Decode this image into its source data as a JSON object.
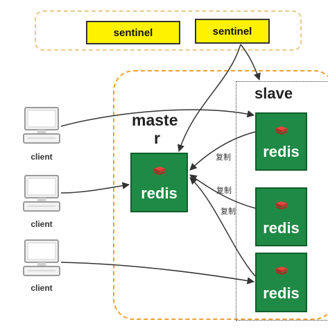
{
  "sentinels": [
    {
      "label": "sentinel"
    },
    {
      "label": "sentinel"
    }
  ],
  "master": {
    "title_line1": "maste",
    "title_line2": "r",
    "node_label": "redis"
  },
  "slave": {
    "title": "slave",
    "nodes": [
      {
        "label": "redis"
      },
      {
        "label": "redis"
      },
      {
        "label": "redis"
      }
    ]
  },
  "replication_labels": [
    "复制",
    "复制",
    "复制"
  ],
  "clients": [
    {
      "label": "client"
    },
    {
      "label": "client"
    },
    {
      "label": "client"
    }
  ],
  "colors": {
    "sentinel_fill": "#fef200",
    "redis_fill": "#1f8a45",
    "cluster_border": "#f0a030",
    "sentinel_group_border": "#e9c98a"
  },
  "icons": {
    "redis": "redis-logo-icon",
    "client": "computer-icon"
  }
}
